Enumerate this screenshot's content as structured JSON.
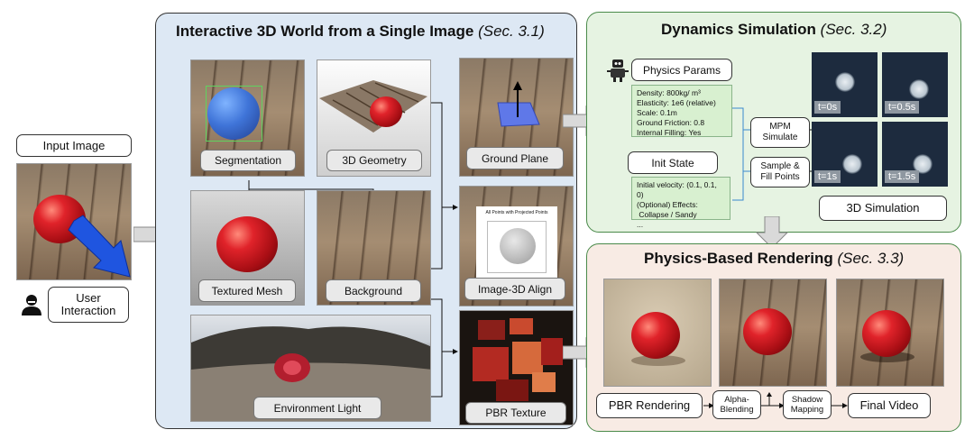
{
  "left": {
    "input_image_label": "Input Image",
    "user_interaction_label_1": "User",
    "user_interaction_label_2": "Interaction"
  },
  "sec31": {
    "title": "Interactive 3D World from a Single Image",
    "ref": "(Sec. 3.1)",
    "segmentation": "Segmentation",
    "geometry": "3D Geometry",
    "ground_plane": "Ground Plane",
    "textured_mesh": "Textured Mesh",
    "background": "Background",
    "image_align": "Image-3D Align",
    "environment_light": "Environment Light",
    "pbr_texture": "PBR Texture",
    "align_plot_title": "All Points with Projected Points"
  },
  "sec32": {
    "title": "Dynamics Simulation",
    "ref": "(Sec. 3.2)",
    "physics_params": "Physics Params",
    "params_lines": [
      "Density: 800kg/ m³",
      "Elasticity: 1e6 (relative)",
      "Scale: 0.1m",
      "Ground Friction: 0.8",
      "Internal Filling: Yes"
    ],
    "init_state": "Init State",
    "init_lines": [
      "Initial velocity: (0.1, 0.1, 0)",
      "(Optional) Effects:",
      " Collapse / Sandy",
      "..."
    ],
    "mpm_1": "MPM",
    "mpm_2": "Simulate",
    "sample_1": "Sample &",
    "sample_2": "Fill Points",
    "frames": [
      "t=0s",
      "t=0.5s",
      "t=1s",
      "t=1.5s"
    ],
    "sim_label": "3D Simulation"
  },
  "sec33": {
    "title": "Physics-Based Rendering",
    "ref": "(Sec. 3.3)",
    "pbr_rendering": "PBR Rendering",
    "alpha_1": "Alpha-",
    "alpha_2": "Blending",
    "shadow_1": "Shadow",
    "shadow_2": "Mapping",
    "final_video": "Final Video"
  },
  "colors": {
    "sec31_bg": "#dde8f4",
    "sec32_bg": "#e6f3e2",
    "sec33_bg": "#f8ebe4",
    "sim_bg": "#1d2b3e",
    "params_bg": "#d8f0d0"
  }
}
